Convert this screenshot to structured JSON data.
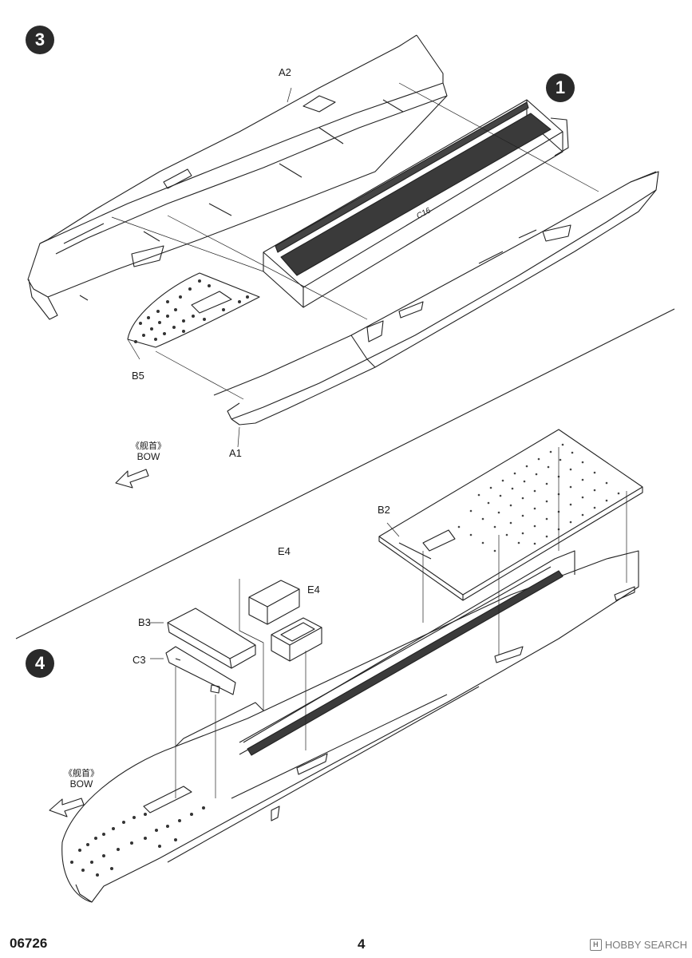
{
  "steps": {
    "step3": "3",
    "step4": "4",
    "ref1": "1"
  },
  "parts": {
    "a2": "A2",
    "a1": "A1",
    "b5": "B5",
    "c16": "C16",
    "b2": "B2",
    "b3": "B3",
    "c3": "C3",
    "e4_top": "E4",
    "e4_front": "E4"
  },
  "bow": {
    "cjk": "《舰首》",
    "en": "BOW"
  },
  "footer": {
    "product_code": "06726",
    "page_number": "4"
  },
  "watermark": {
    "text": "HOBBY SEARCH",
    "icon": "logo-box-icon"
  }
}
